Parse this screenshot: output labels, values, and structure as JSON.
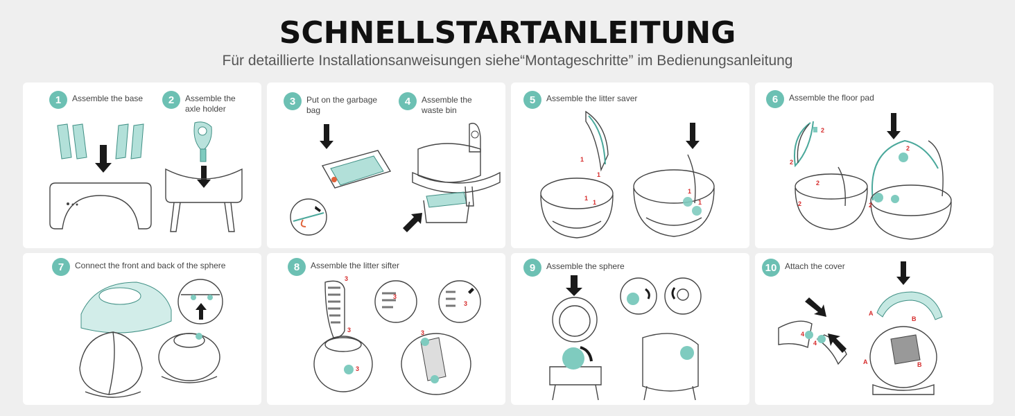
{
  "header": {
    "title": "SCHNELLSTARTANLEITUNG",
    "subtitle": "Für detaillierte Installationsanweisungen siehe“Montageschritte” im Bedienungsanleitung"
  },
  "steps": [
    {
      "num": "1",
      "label": "Assemble the base"
    },
    {
      "num": "2",
      "label": "Assemble the\naxle holder"
    },
    {
      "num": "3",
      "label": "Put on the garbage\nbag"
    },
    {
      "num": "4",
      "label": "Assemble the\nwaste bin"
    },
    {
      "num": "5",
      "label": "Assemble the litter saver"
    },
    {
      "num": "6",
      "label": "Assemble the floor pad"
    },
    {
      "num": "7",
      "label": "Connect the front and back of the sphere"
    },
    {
      "num": "8",
      "label": "Assemble the litter sifter"
    },
    {
      "num": "9",
      "label": "Assemble the sphere"
    },
    {
      "num": "10",
      "label": "Attach the cover"
    }
  ],
  "markers": {
    "one": "1",
    "two": "2",
    "three": "3",
    "four": "4",
    "a": "A",
    "b": "B"
  },
  "colors": {
    "accent": "#6cc0b3",
    "arrow": "#1a1a1a",
    "marker": "#d62b2b"
  }
}
